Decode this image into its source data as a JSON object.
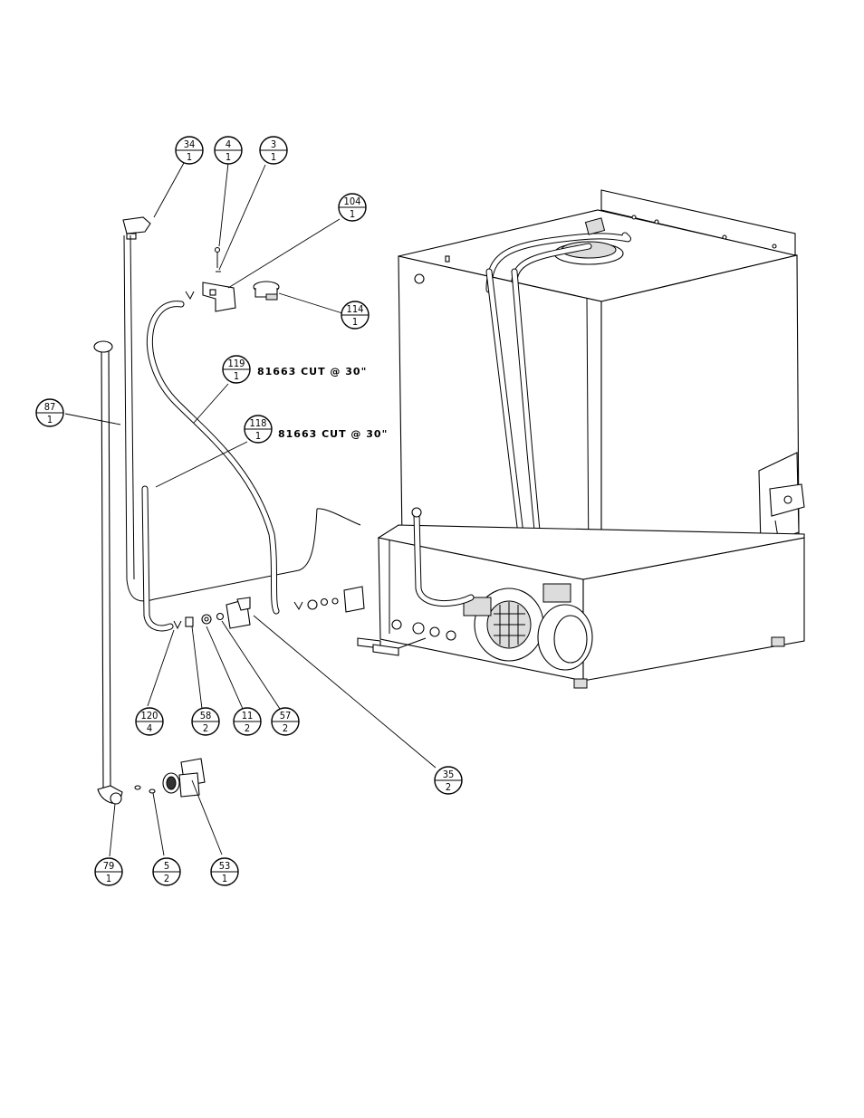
{
  "balloons": [
    {
      "id": "34",
      "qty": "1"
    },
    {
      "id": "4",
      "qty": "1"
    },
    {
      "id": "3",
      "qty": "1"
    },
    {
      "id": "104",
      "qty": "1"
    },
    {
      "id": "114",
      "qty": "1"
    },
    {
      "id": "119",
      "qty": "1"
    },
    {
      "id": "118",
      "qty": "1"
    },
    {
      "id": "87",
      "qty": "1"
    },
    {
      "id": "120",
      "qty": "4"
    },
    {
      "id": "58",
      "qty": "2"
    },
    {
      "id": "11",
      "qty": "2"
    },
    {
      "id": "57",
      "qty": "2"
    },
    {
      "id": "35",
      "qty": "2"
    },
    {
      "id": "79",
      "qty": "1"
    },
    {
      "id": "5",
      "qty": "2"
    },
    {
      "id": "53",
      "qty": "1"
    }
  ],
  "notes": {
    "note_119": "81663 CUT @ 30\"",
    "note_118": "81663 CUT @ 30\""
  }
}
